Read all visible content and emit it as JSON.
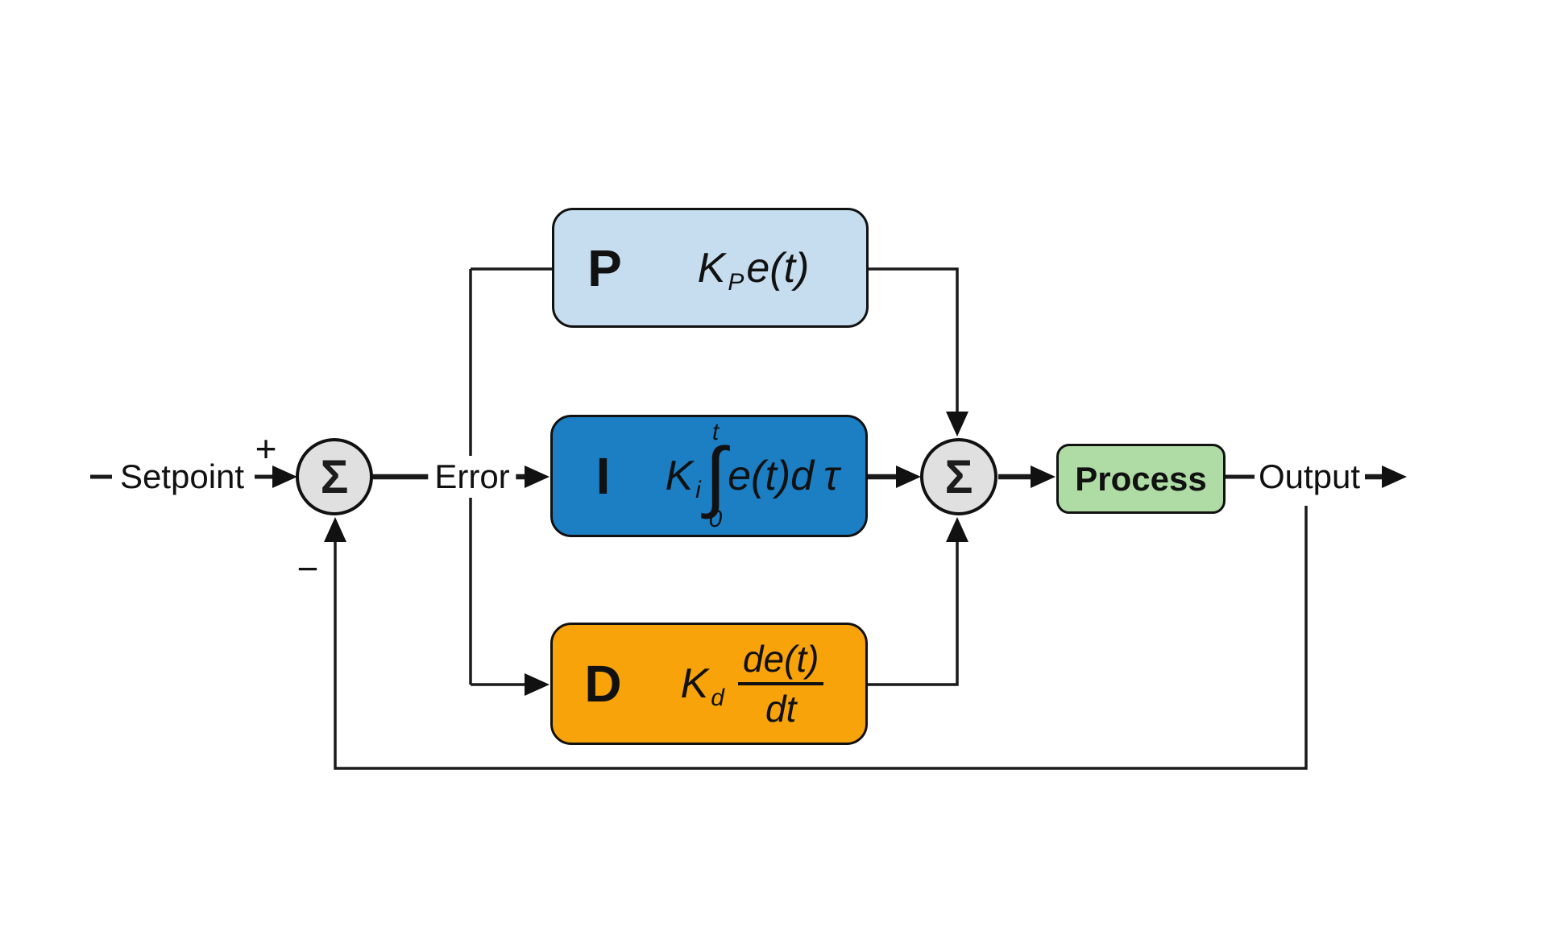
{
  "labels": {
    "setpoint": "Setpoint",
    "plus": "+",
    "minus": "−",
    "error": "Error",
    "output": "Output",
    "sum": "Σ",
    "process": "Process"
  },
  "blocks": {
    "p": {
      "letter": "P",
      "gain": "K",
      "gain_sub": "P",
      "expr": "e(t)"
    },
    "i": {
      "letter": "I",
      "gain": "K",
      "gain_sub": "i",
      "integral_upper": "t",
      "integral_sign": "∫",
      "integral_lower": "0",
      "expr": "e(t)d",
      "tau": "τ"
    },
    "d": {
      "letter": "D",
      "gain": "K",
      "gain_sub": "d",
      "numerator": "de(t)",
      "denominator": "dt"
    }
  },
  "colors": {
    "p_fill": "#C5DDEE",
    "i_fill": "#1C7EC3",
    "d_fill": "#F9A30B",
    "process_fill": "#AEDCA4",
    "sum_fill": "#E0E0E0",
    "line": "#1A1A1A"
  }
}
